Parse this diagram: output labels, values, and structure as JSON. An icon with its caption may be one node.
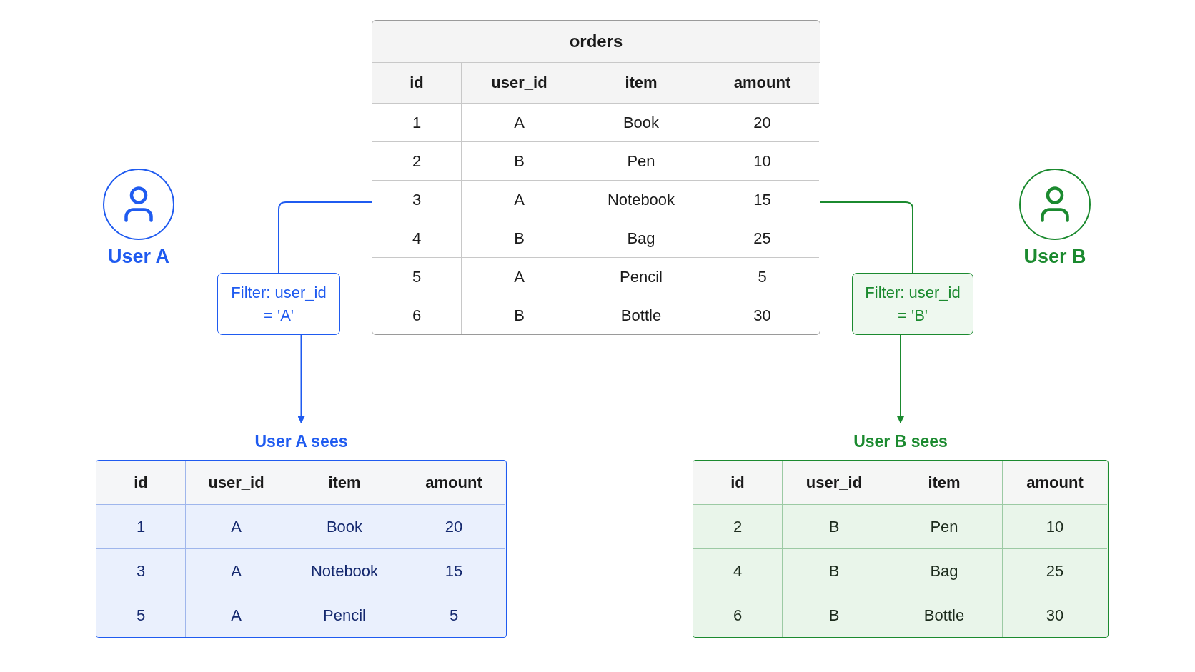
{
  "diagram": {
    "nodes": [
      {
        "text": [
          "orders",
          "id",
          "user_id",
          "item",
          "amount",
          "1",
          "A",
          "Book",
          "20",
          "2",
          "B",
          "Pen",
          "10",
          "3",
          "A",
          "Notebook",
          "15",
          "4",
          "B",
          "Bag",
          "25",
          "5",
          "A",
          "Pencil",
          "5",
          "6",
          "B",
          "Bottle",
          "30"
        ]
      },
      {
        "text": [
          "User A"
        ]
      },
      {
        "text": [
          "Filter: user_id = 'A'"
        ]
      },
      {
        "text": [
          "User A sees",
          "id",
          "user_id",
          "item",
          "amount",
          "1",
          "A",
          "Book",
          "20",
          "3",
          "A",
          "Notebook",
          "15",
          "5",
          "A",
          "Pencil",
          "5"
        ]
      },
      {
        "text": [
          "User B"
        ]
      },
      {
        "text": [
          "Filter: user_id = 'B'"
        ]
      },
      {
        "text": [
          "User B sees",
          "id",
          "user_id",
          "item",
          "amount",
          "2",
          "B",
          "Pen",
          "10",
          "4",
          "B",
          "Bag",
          "25",
          "6",
          "B",
          "Bottle",
          "30"
        ]
      }
    ],
    "edges": [
      {
        "from": 0,
        "to": 2,
        "arrow": "none",
        "color": "#1f5bf0"
      },
      {
        "from": 2,
        "to": 3,
        "arrow": "to",
        "color": "#1f5bf0"
      },
      {
        "from": 0,
        "to": 5,
        "arrow": "none",
        "color": "#1b8a2f"
      },
      {
        "from": 5,
        "to": 6,
        "arrow": "to",
        "color": "#1b8a2f"
      }
    ]
  }
}
